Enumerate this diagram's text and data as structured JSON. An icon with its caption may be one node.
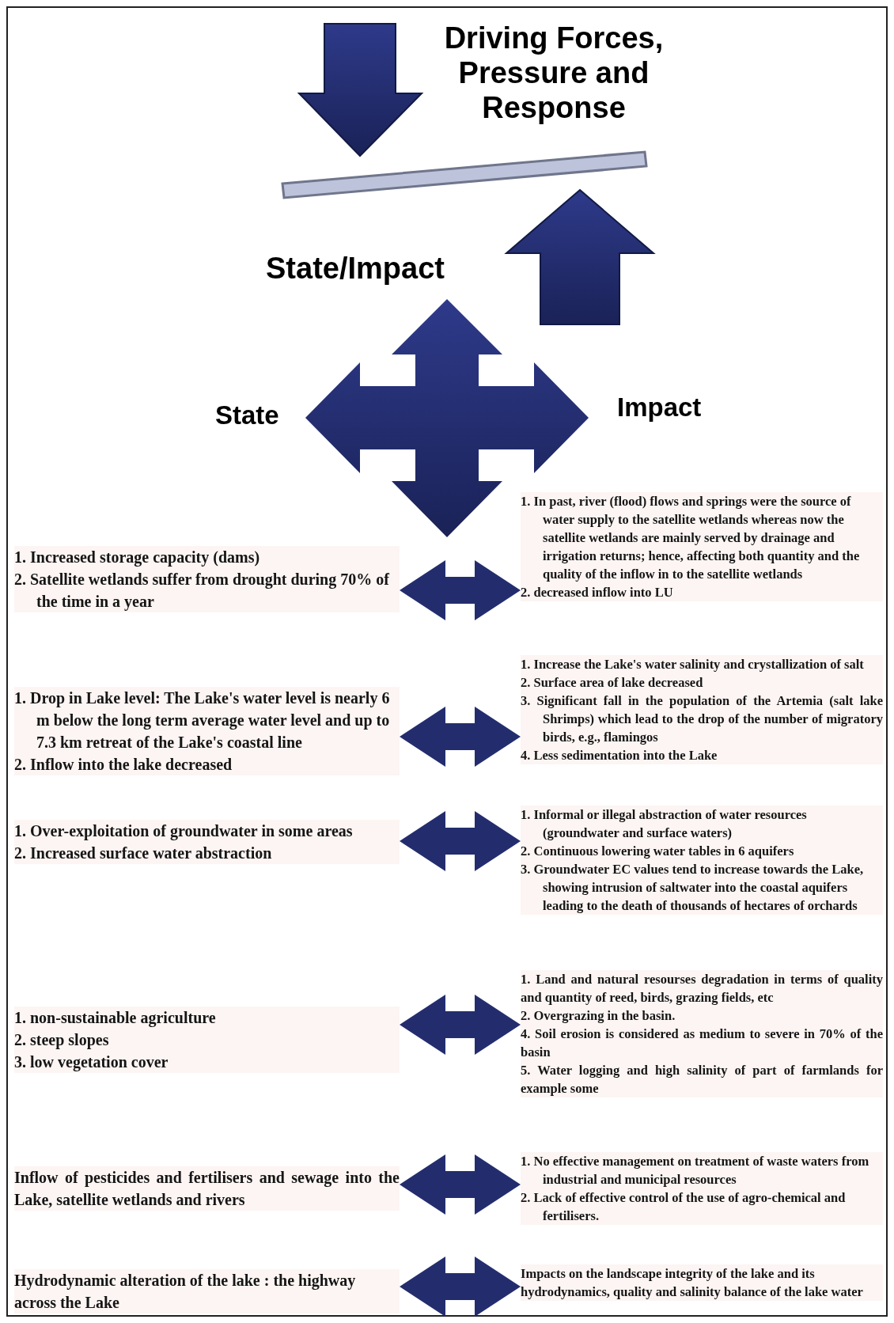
{
  "diagram": {
    "title": "Driving Forces, Pressure and Response",
    "nodes": [
      {
        "text": [
          "1. Increased storage capacity (dams)",
          "2. Satellite wetlands suffer from drought during 70% of the time in a year"
        ]
      },
      {
        "text": [
          "1. In past, river (flood) flows and springs were the source of water supply to the satellite wetlands whereas now the satellite wetlands are mainly served by drainage and irrigation returns; hence, affecting both quantity and the quality of the inflow in to the satellite wetlands",
          "2. decreased inflow into LU"
        ]
      },
      {
        "text": [
          "1. Drop in Lake level: The Lake's water level is nearly 6 m below the long term average water level and up to 7.3 km retreat of the Lake's coastal line",
          "2. Inflow into the lake decreased"
        ]
      },
      {
        "text": [
          "1. Increase the Lake's water salinity and crystallization of salt",
          "2. Surface area of lake decreased",
          "3. Significant fall in the population of the Artemia (salt lake Shrimps) which lead to the drop of the number of migratory birds, e.g., flamingos",
          "4. Less sedimentation into the Lake"
        ]
      },
      {
        "text": [
          "1. Over-exploitation of groundwater in some areas",
          "2. Increased surface water abstraction"
        ]
      },
      {
        "text": [
          "1. Informal or illegal abstraction of water resources (groundwater and surface waters)",
          "2. Continuous lowering water tables in 6 aquifers",
          "3. Groundwater EC values tend to increase towards the Lake, showing intrusion of saltwater into the coastal aquifers leading to the death of thousands of hectares of orchards"
        ]
      },
      {
        "text": [
          "1. non-sustainable agriculture",
          "2. steep slopes",
          "3. low vegetation cover"
        ]
      },
      {
        "text": [
          "1. Land and natural resourses degradation in terms of quality and quantity of reed, birds, grazing fields, etc",
          "2. Overgrazing in the basin.",
          "4. Soil erosion is considered as medium to severe in 70% of the basin",
          "5. Water logging and high salinity of part of farmlands for example some"
        ]
      },
      {
        "text": [
          "Inflow of pesticides and fertilisers and sewage into the Lake, satellite wetlands and rivers"
        ]
      },
      {
        "text": [
          "1. No effective management on treatment of waste waters from industrial and municipal resources",
          "2. Lack of effective control of the use of agro-chemical and fertilisers."
        ]
      },
      {
        "text": [
          "Hydrodynamic alteration of the lake : the highway across the Lake"
        ]
      },
      {
        "text": [
          "Impacts on the landscape integrity of the lake and its hydrodynamics, quality and salinity balance of the lake water"
        ]
      }
    ],
    "edges": [
      {
        "from": 0,
        "to": 1,
        "arrow": "both"
      },
      {
        "from": 2,
        "to": 3,
        "arrow": "both"
      },
      {
        "from": 4,
        "to": 5,
        "arrow": "both"
      },
      {
        "from": 6,
        "to": 7,
        "arrow": "both"
      },
      {
        "from": 8,
        "to": 9,
        "arrow": "both"
      },
      {
        "from": 10,
        "to": 11,
        "arrow": "both"
      }
    ],
    "labels": [
      "State/Impact",
      "State",
      "Impact"
    ]
  }
}
